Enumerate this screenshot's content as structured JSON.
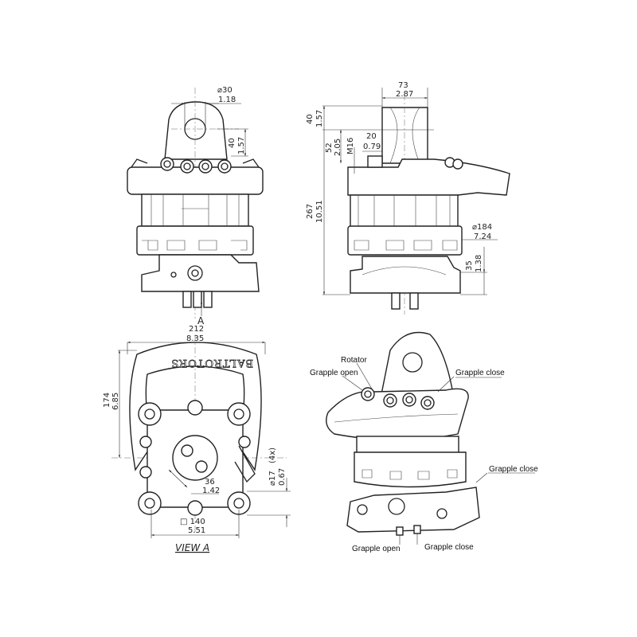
{
  "front_view": {
    "pin_diameter_mm": "⌀30",
    "pin_diameter_in": "1.18",
    "pin_height_mm": "40",
    "pin_height_in": "1.57",
    "view_marker": "A"
  },
  "side_view": {
    "ear_width_mm": "73",
    "ear_width_in": "2.87",
    "top_height_mm": "40",
    "top_height_in": "1.57",
    "port_height_mm": "52",
    "port_height_in": "2.05",
    "thread": "M16",
    "port_offset_mm": "20",
    "port_offset_in": "0.79",
    "total_height_mm": "267",
    "total_height_in": "10.51",
    "diameter_mm": "⌀184",
    "diameter_in": "7.24",
    "base_height_mm": "35",
    "base_height_in": "1.38"
  },
  "view_a": {
    "title": "VIEW A",
    "brand": "BALTROTORS",
    "width_mm": "212",
    "width_in": "8.35",
    "height_mm": "174",
    "height_in": "6.85",
    "hole_mm": "⌀17",
    "hole_count": "(4x)",
    "hole_in": "0.67",
    "port_spacing_mm": "36",
    "port_spacing_in": "1.42",
    "square_mm": "□ 140",
    "square_in": "5.51"
  },
  "iso_view": {
    "labels": [
      "Rotator",
      "Grapple open",
      "Grapple close",
      "Grapple close",
      "Grapple open",
      "Grapple close"
    ]
  }
}
